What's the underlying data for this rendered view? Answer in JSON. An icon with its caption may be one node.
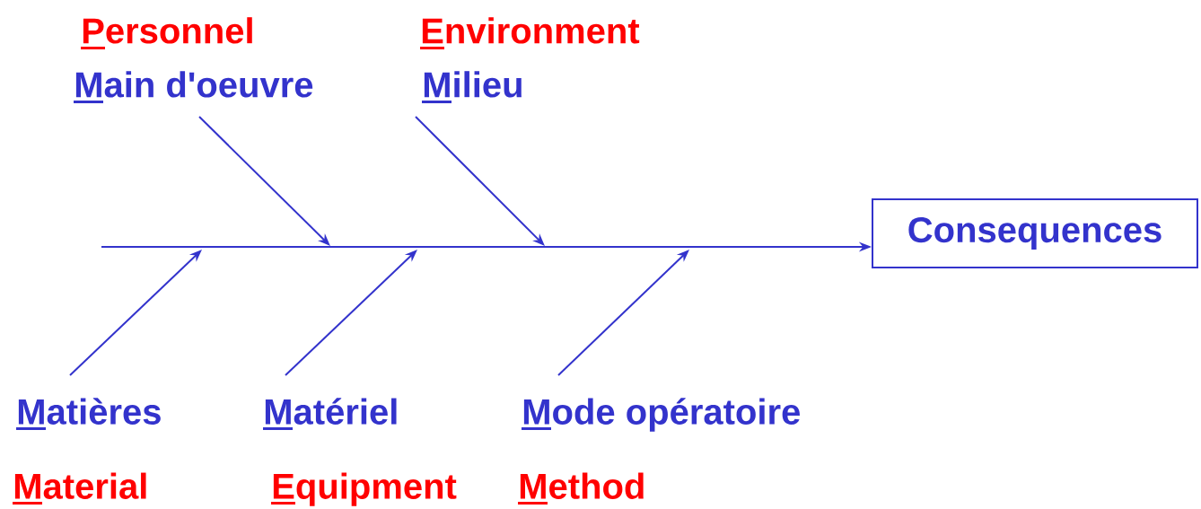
{
  "diagram": {
    "nodes": [
      {
        "text": [
          "Personnel",
          "Main d'oeuvre"
        ]
      },
      {
        "text": [
          "Environment",
          "Milieu"
        ]
      },
      {
        "text": [
          "Consequences"
        ]
      },
      {
        "text": [
          "Matières",
          "Material"
        ]
      },
      {
        "text": [
          "Matériel",
          "Equipment"
        ]
      },
      {
        "text": [
          "Mode opératoire",
          "Method"
        ]
      }
    ],
    "edges": [
      {
        "from": null,
        "to": 2,
        "arrow": "to"
      },
      {
        "from": 0,
        "to": null,
        "arrow": "to"
      },
      {
        "from": 1,
        "to": null,
        "arrow": "to"
      },
      {
        "from": 3,
        "to": null,
        "arrow": "to"
      },
      {
        "from": 4,
        "to": null,
        "arrow": "to"
      },
      {
        "from": 5,
        "to": null,
        "arrow": "to"
      }
    ]
  }
}
